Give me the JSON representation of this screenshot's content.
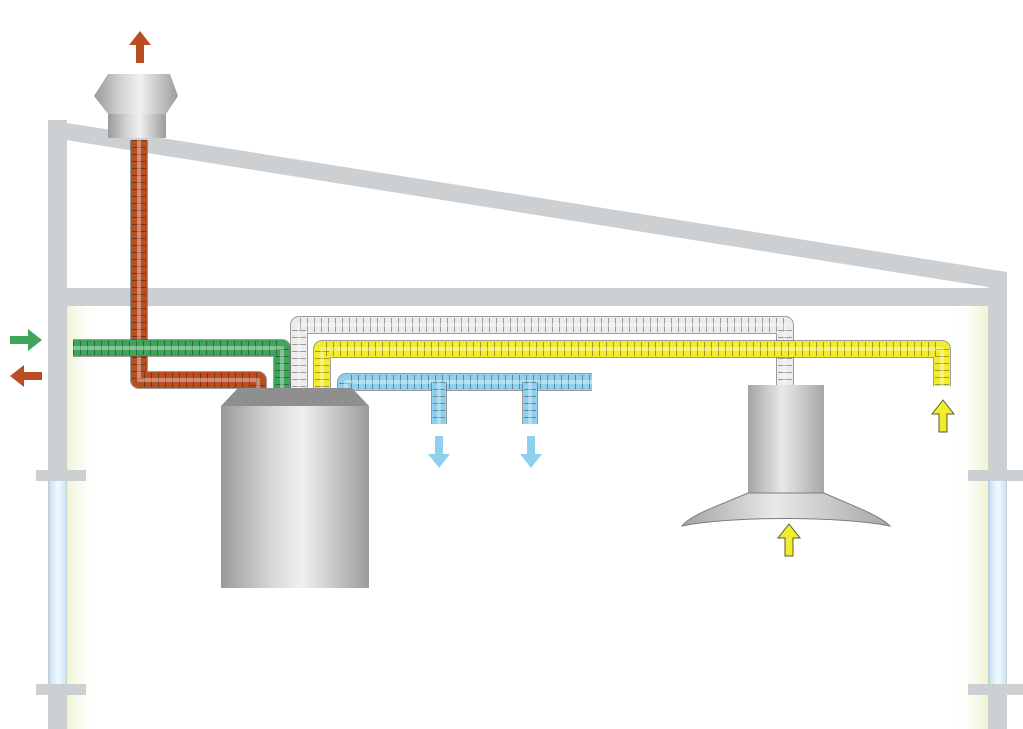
{
  "diagram": {
    "kind": "ventilation-ductwork",
    "text_labels": [],
    "colors": {
      "structure": "#cdd0d2",
      "exhaust": "#b84e22",
      "fresh_air": "#3fa55a",
      "extract": "#f1ec2e",
      "supply": "#8fd0ee",
      "return_duct": "#ececec",
      "unit_metal": "#b9b9b9",
      "window_glass": "#dcefff",
      "wall_glow": "#f3f8dc"
    },
    "airflow_arrows": [
      {
        "name": "roof-exhaust",
        "direction": "up",
        "color": "exhaust"
      },
      {
        "name": "fresh-air-in",
        "direction": "right",
        "color": "fresh_air"
      },
      {
        "name": "exhaust-out",
        "direction": "left",
        "color": "exhaust"
      },
      {
        "name": "supply-1",
        "direction": "down",
        "color": "supply"
      },
      {
        "name": "supply-2",
        "direction": "down",
        "color": "supply"
      },
      {
        "name": "extract-wall",
        "direction": "up",
        "color": "extract"
      },
      {
        "name": "extract-hood",
        "direction": "up",
        "color": "extract"
      }
    ],
    "components": [
      "roof-vent-cap",
      "heat-recovery-unit",
      "kitchen-range-hood"
    ]
  }
}
